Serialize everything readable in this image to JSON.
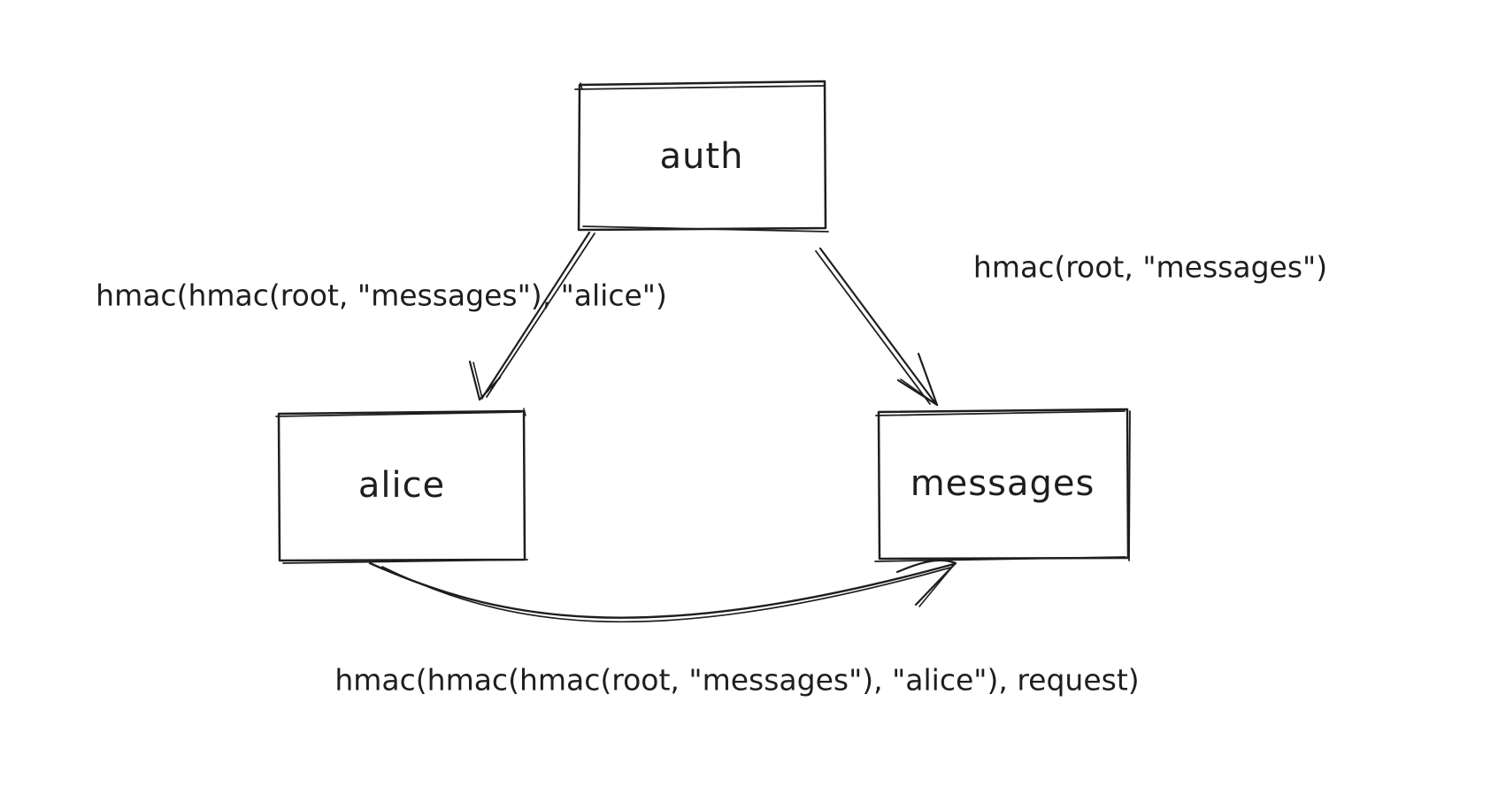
{
  "diagram": {
    "background_color": "#ffffff",
    "stroke_color": "#1e1e1e",
    "style": "hand-drawn whiteboard sketch",
    "nodes": [
      {
        "id": "auth",
        "label": "auth"
      },
      {
        "id": "alice",
        "label": "alice"
      },
      {
        "id": "messages",
        "label": "messages"
      }
    ],
    "edges": [
      {
        "from": "auth",
        "to": "alice",
        "label": "hmac(hmac(root, \"messages\"), \"alice\")"
      },
      {
        "from": "auth",
        "to": "messages",
        "label": "hmac(root, \"messages\")"
      },
      {
        "from": "alice",
        "to": "messages",
        "label": "hmac(hmac(hmac(root, \"messages\"), \"alice\"), request)"
      }
    ]
  }
}
